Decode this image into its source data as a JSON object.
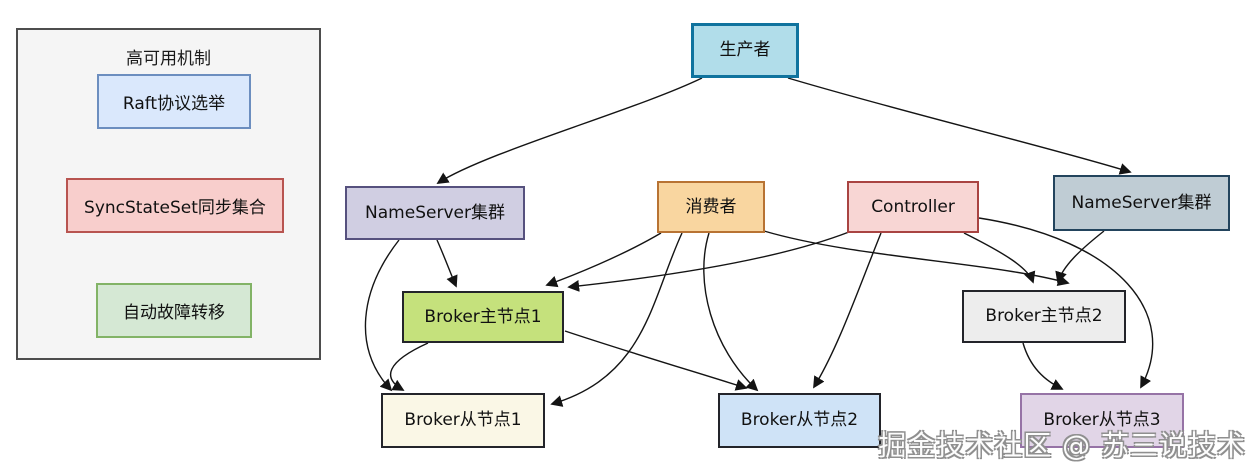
{
  "panel": {
    "title": "高可用机制",
    "items": [
      {
        "id": "raft",
        "label": "Raft协议选举",
        "fill": "#dae8fc",
        "border": "#6c8ebf"
      },
      {
        "id": "syncstateset",
        "label": "SyncStateSet同步集合",
        "fill": "#f8cecc",
        "border": "#b85450"
      },
      {
        "id": "failover",
        "label": "自动故障转移",
        "fill": "#d5e8d4",
        "border": "#82b366"
      }
    ]
  },
  "nodes": {
    "producer": {
      "label": "生产者",
      "fill": "#b1ddea",
      "border": "#10739e"
    },
    "nameserver_left": {
      "label": "NameServer集群",
      "fill": "#d0cee2",
      "border": "#56517e"
    },
    "consumer": {
      "label": "消费者",
      "fill": "#f9d6a0",
      "border": "#b87333"
    },
    "controller": {
      "label": "Controller",
      "fill": "#f8d6d4",
      "border": "#a94442"
    },
    "nameserver_right": {
      "label": "NameServer集群",
      "fill": "#bfccd4",
      "border": "#23445d"
    },
    "broker_master1": {
      "label": "Broker主节点1",
      "fill": "#c5e17c",
      "border": "#23242a"
    },
    "broker_master2": {
      "label": "Broker主节点2",
      "fill": "#ededed",
      "border": "#23242a"
    },
    "broker_slave1": {
      "label": "Broker从节点1",
      "fill": "#faf7e6",
      "border": "#23242a"
    },
    "broker_slave2": {
      "label": "Broker从节点2",
      "fill": "#cfe3f7",
      "border": "#23242a"
    },
    "broker_slave3": {
      "label": "Broker从节点3",
      "fill": "#e1d5e7",
      "border": "#9673a6"
    }
  },
  "edges": [
    {
      "from": "producer",
      "to": "nameserver_left"
    },
    {
      "from": "producer",
      "to": "nameserver_right"
    },
    {
      "from": "nameserver_left",
      "to": "broker_master1"
    },
    {
      "from": "nameserver_left",
      "to": "broker_slave1"
    },
    {
      "from": "broker_master1",
      "to": "broker_slave1"
    },
    {
      "from": "consumer",
      "to": "broker_master1"
    },
    {
      "from": "controller",
      "to": "broker_master1"
    },
    {
      "from": "broker_master1",
      "to": "broker_slave2"
    },
    {
      "from": "consumer",
      "to": "broker_slave2"
    },
    {
      "from": "controller",
      "to": "broker_slave2"
    },
    {
      "from": "consumer",
      "to": "broker_master2"
    },
    {
      "from": "controller",
      "to": "broker_master2"
    },
    {
      "from": "nameserver_right",
      "to": "broker_master2"
    },
    {
      "from": "broker_master2",
      "to": "broker_slave3"
    },
    {
      "from": "controller",
      "to": "broker_slave3"
    },
    {
      "from": "consumer",
      "to": "broker_slave1"
    }
  ],
  "watermark": "掘金技术社区 @ 苏三说技术",
  "colors": {
    "edge_stroke": "#141414",
    "panel_background": "#f5f5f5",
    "panel_border": "#4d4d4d",
    "canvas_background": "#ffffff"
  }
}
